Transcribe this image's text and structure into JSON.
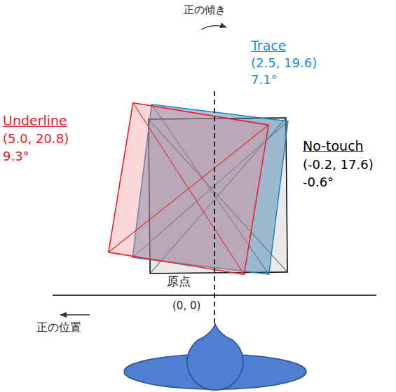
{
  "diagram": {
    "labels": [
      "正の傾き",
      "Trace",
      "(2.5, 19.6)",
      "7.1°",
      "Underline",
      "(5.0, 20.8)",
      "9.3°",
      "No-touch",
      "(-0.2, 17.6)",
      "-0.6°",
      "原点",
      "(0, 0)",
      "正の位置"
    ]
  }
}
